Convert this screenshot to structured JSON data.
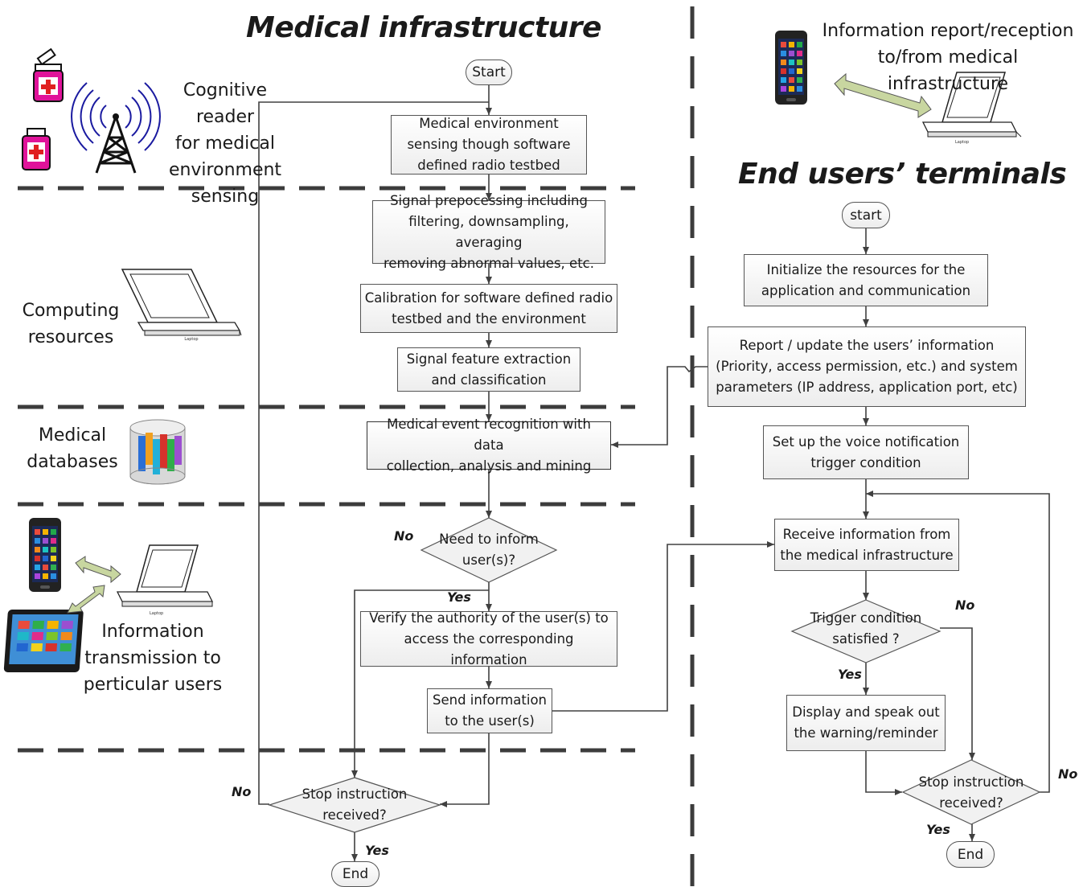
{
  "titles": {
    "medical": "Medical infrastructure",
    "terminals": "End users’ terminals"
  },
  "side_labels": {
    "reader": "Cognitive reader\nfor medical\nenvironment\nsensing",
    "computing": "Computing\nresources",
    "databases": "Medical\ndatabases",
    "transmission": "Information\ntransmission to\nperticular users",
    "report": "Information report/reception\nto/from medical infrastructure"
  },
  "icons": {
    "medicine": "medicine-bottle-icon",
    "antenna": "antenna-icon",
    "laptop": "laptop-icon",
    "laptop_caption": "Laptop",
    "phone": "smartphone-icon",
    "tablet": "tablet-icon",
    "database": "database-icon",
    "arrow": "double-arrow-icon"
  },
  "left_flow": {
    "start": "Start",
    "sensing": "Medical environment\nsensing though software\ndefined radio testbed",
    "preprocessing": "Signal prepocessing including\nfiltering, downsampling, averaging\nremoving abnormal values, etc.",
    "calibration": "Calibration for software defined radio\ntestbed and the environment",
    "feature": "Signal feature extraction\nand classification",
    "recognition": "Medical event recognition with data\ncollection, analysis and mining",
    "need_inform": "Need to inform\nuser(s)?",
    "verify": "Verify the authority of the user(s) to\naccess the corresponding information",
    "send": "Send information\nto the user(s)",
    "stop": "Stop instruction\nreceived?",
    "end": "End",
    "no_inform": "No",
    "yes_inform": "Yes",
    "no_stop": "No",
    "yes_stop": "Yes"
  },
  "right_flow": {
    "start": "start",
    "initialize": "Initialize the resources for the\napplication and communication",
    "report": "Report / update the users’ information\n(Priority, access permission, etc.) and system\nparameters (IP address, application port, etc)",
    "setup": "Set up the voice notification\ntrigger condition",
    "receive": "Receive information from\nthe medical infrastructure",
    "trigger": "Trigger condition\nsatisfied ?",
    "display": "Display and speak out\nthe warning/reminder",
    "stop": "Stop instruction\nreceived?",
    "end": "End",
    "no_trigger": "No",
    "yes_trigger": "Yes",
    "no_stop": "No",
    "yes_stop": "Yes"
  },
  "colors": {
    "separator": "#3c3c3c",
    "line": "#404040",
    "arrow_fill": "#c8d6a0",
    "medicine": "#e0139a",
    "cross": "#e02020",
    "antenna_wave": "#1a1aa0"
  }
}
